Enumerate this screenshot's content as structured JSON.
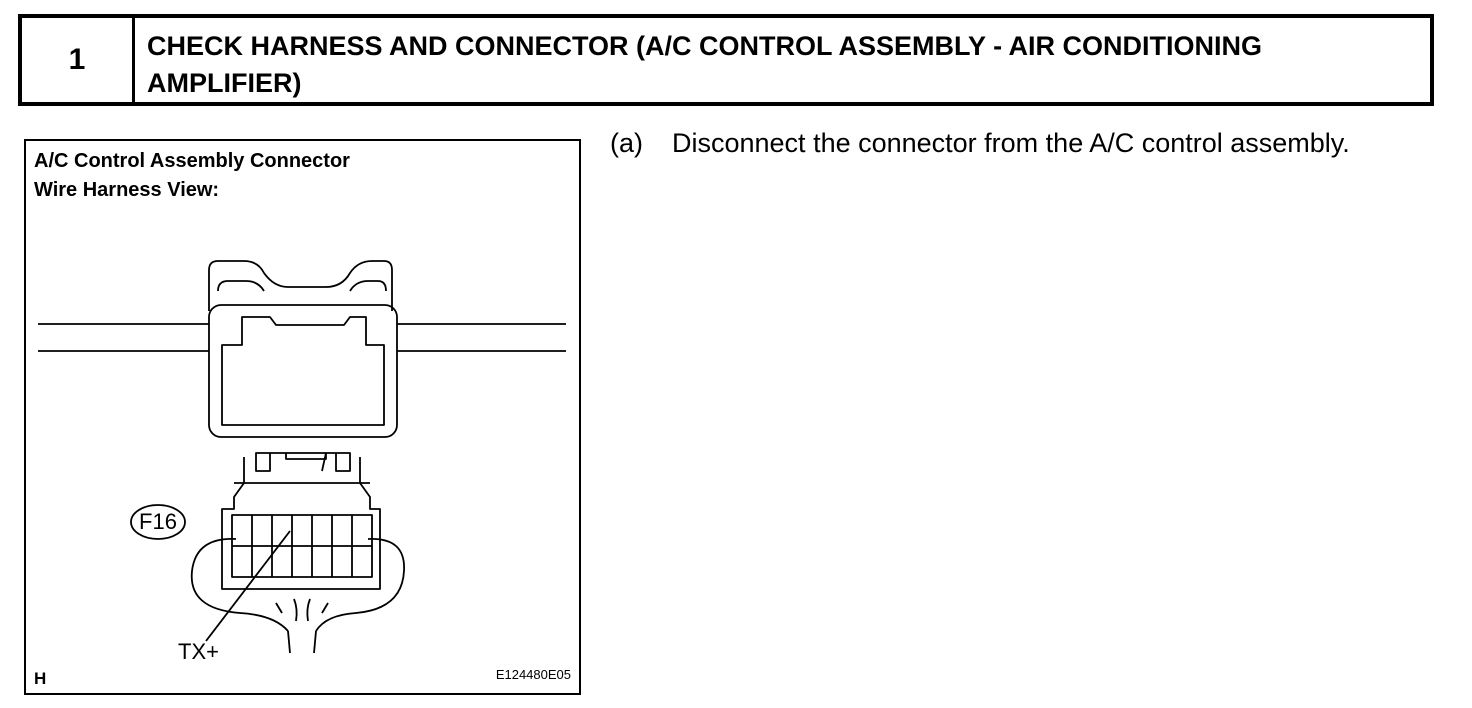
{
  "step": {
    "number": "1",
    "title_line1": "CHECK HARNESS AND CONNECTOR (A/C CONTROL ASSEMBLY - AIR CONDITIONING",
    "title_line2": "AMPLIFIER)"
  },
  "figure": {
    "caption_line1": "A/C Control Assembly Connector",
    "caption_line2": "Wire Harness View:",
    "connector_code": "F16",
    "terminal_label": "TX+",
    "corner_mark": "H",
    "figure_id": "E124480E05"
  },
  "instruction": {
    "marker": "(a)",
    "text": "Disconnect the connector from the A/C control assembly."
  }
}
